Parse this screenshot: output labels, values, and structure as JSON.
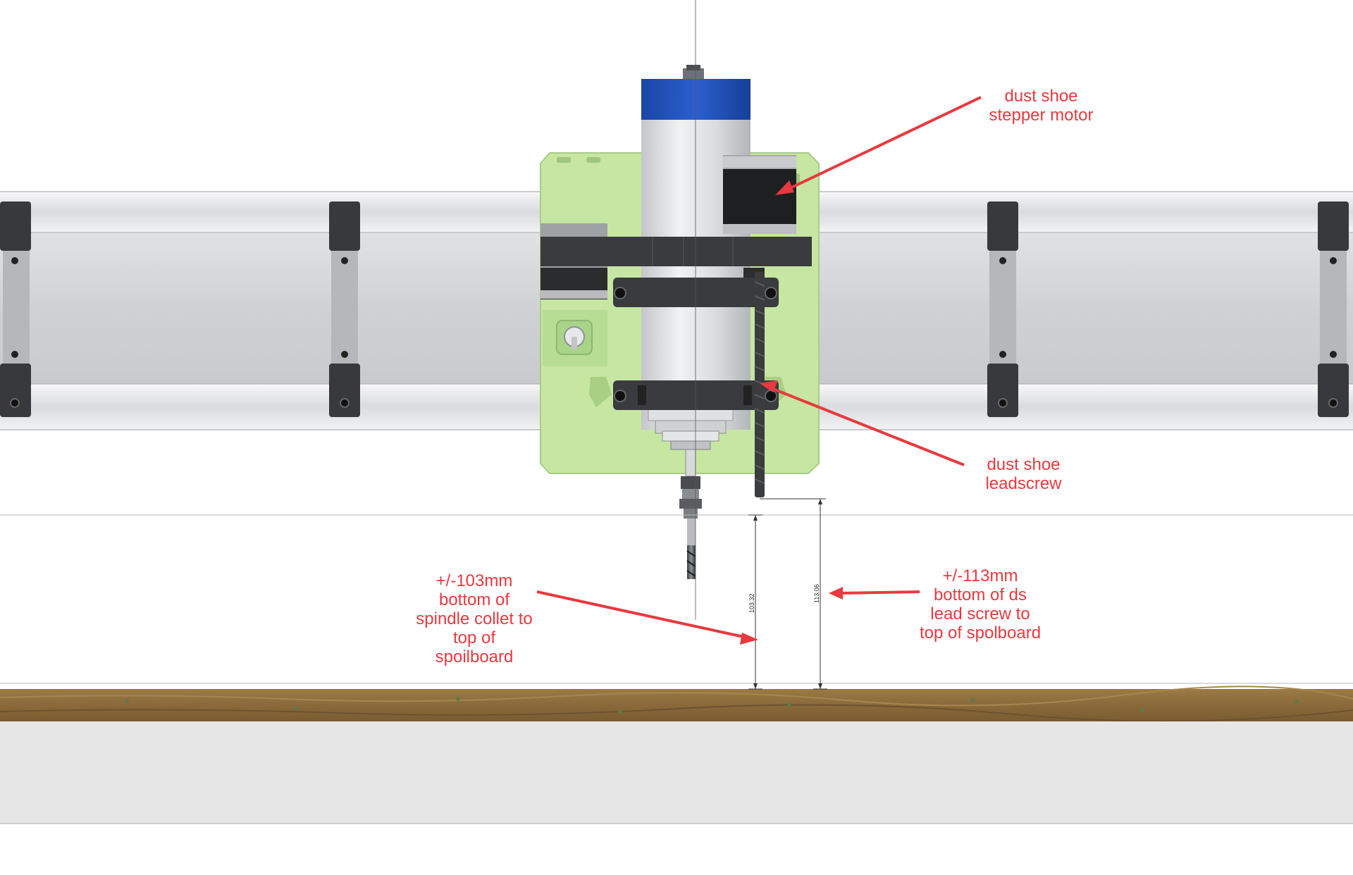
{
  "annotations": {
    "motor": "dust shoe\nstepper motor",
    "leadscrew": "dust shoe\nleadscrew",
    "collet_dim": "+/-103mm\nbottom of\nspindle collet to\ntop of\nspoilboard",
    "screw_dim": "+/-113mm\nbottom of ds\nlead screw to\ntop of spolboard"
  },
  "dimensions": {
    "collet": "103.32",
    "screw": "113.06"
  },
  "colors": {
    "annotation": "#e8393f",
    "printed_parts": "#c6e6a2",
    "spindle_cap": "#1c4fb5",
    "spoilboard": "#8a6a3a"
  }
}
